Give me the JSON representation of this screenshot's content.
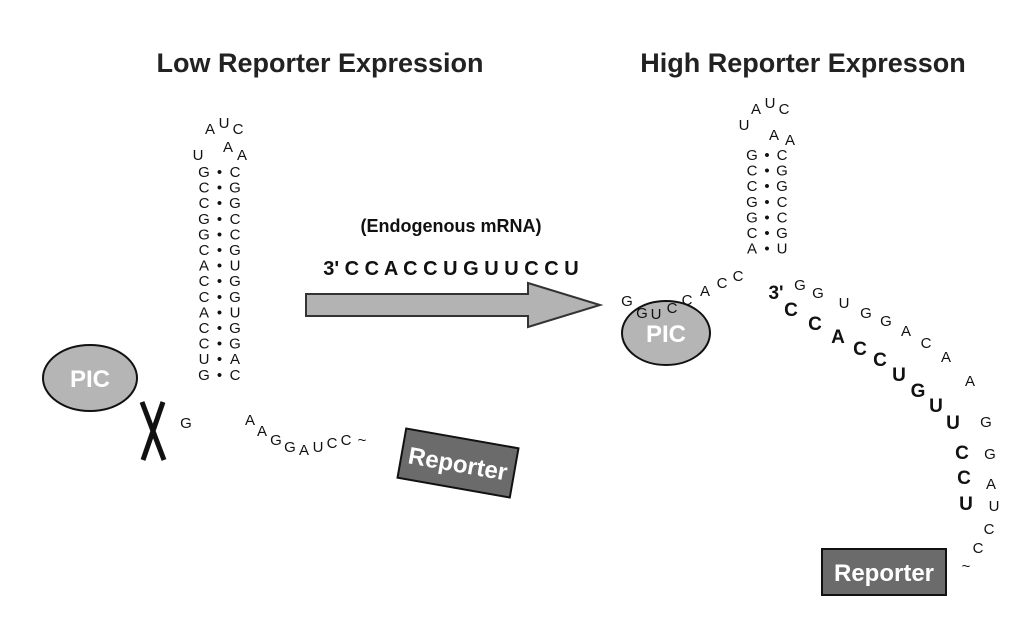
{
  "titles": {
    "left": "Low Reporter Expression",
    "right": "High Reporter Expresson"
  },
  "pic_label": "PIC",
  "reporter_label": "Reporter",
  "arrow": {
    "label": "(Endogenous mRNA)",
    "sequence": "3' C C A C C U G U U C C U"
  },
  "hairpin": {
    "loop": [
      "U",
      "A",
      "U",
      "C",
      "A",
      "A"
    ],
    "pairs": [
      [
        "G",
        "C"
      ],
      [
        "C",
        "G"
      ],
      [
        "C",
        "G"
      ],
      [
        "G",
        "C"
      ],
      [
        "G",
        "C"
      ],
      [
        "C",
        "G"
      ],
      [
        "A",
        "U"
      ],
      [
        "C",
        "G"
      ],
      [
        "C",
        "G"
      ],
      [
        "A",
        "U"
      ],
      [
        "C",
        "G"
      ],
      [
        "C",
        "G"
      ],
      [
        "U",
        "A"
      ],
      [
        "G",
        "C"
      ]
    ],
    "bond": "•"
  },
  "left_tail": [
    "A",
    "A",
    "G",
    "G",
    "A",
    "U",
    "C",
    "C",
    "~"
  ],
  "left_five_prime": "G",
  "blocked_mark": "X",
  "right_hairpin_pairs": [
    [
      "G",
      "C"
    ],
    [
      "C",
      "G"
    ],
    [
      "C",
      "G"
    ],
    [
      "G",
      "C"
    ],
    [
      "G",
      "C"
    ],
    [
      "C",
      "G"
    ],
    [
      "A",
      "U"
    ]
  ],
  "right_five_prime": [
    "G",
    "G",
    "U",
    "C",
    "C",
    "A",
    "C",
    "C"
  ],
  "right_tail": [
    "G",
    "G",
    "U",
    "G",
    "G",
    "A",
    "C",
    "A",
    "A",
    "G",
    "G",
    "A",
    "U",
    "C",
    "C",
    "~"
  ],
  "right_bound": [
    "3'",
    "C",
    "C",
    "A",
    "C",
    "C",
    "U",
    "G",
    "U",
    "U",
    "C",
    "C",
    "U"
  ],
  "colors": {
    "pic_fill": "#b5b5b5",
    "reporter_fill": "#6b6b6b",
    "arrow_fill": "#b3b3b3",
    "text": "#111111"
  }
}
